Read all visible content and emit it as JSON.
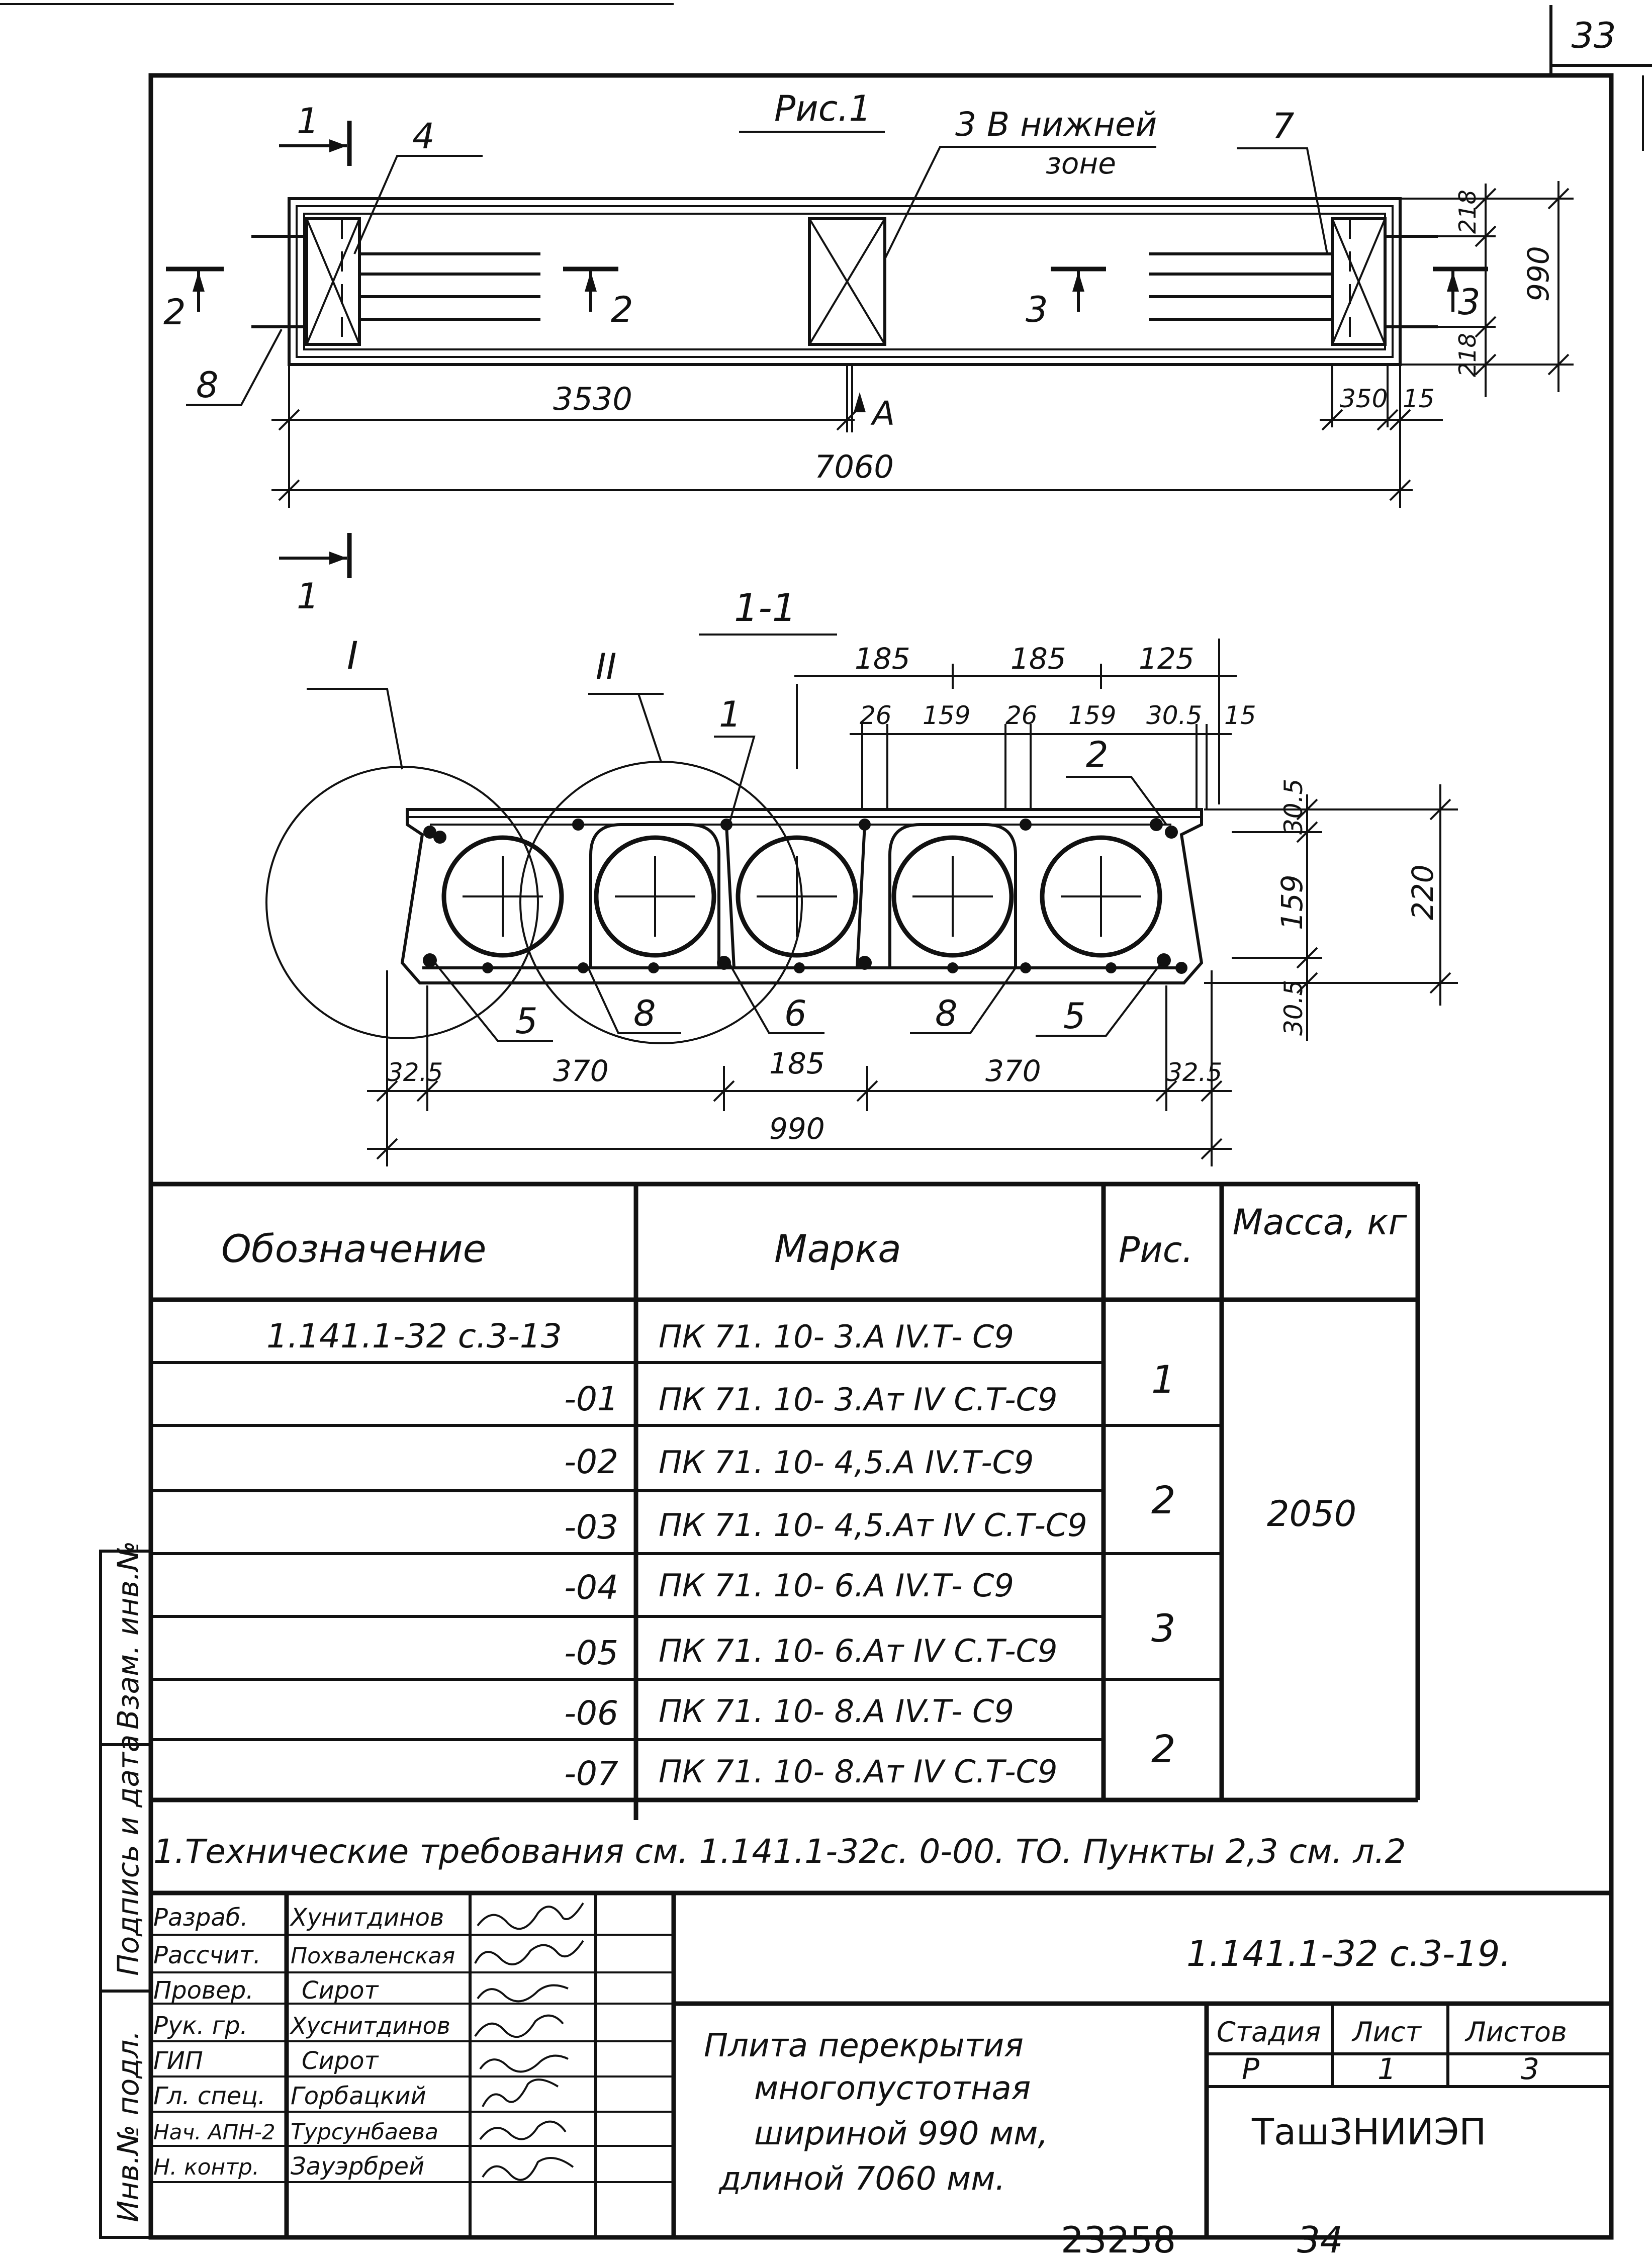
{
  "sheet_number": "33",
  "figure_title": "Рис.1",
  "plan": {
    "callout_3": "3 В нижней",
    "callout_3_zone": "зоне",
    "callout_4": "4",
    "callout_7": "7",
    "callout_8": "8",
    "section_mark": "1",
    "cut_2_left": "2",
    "cut_2_right": "2",
    "cut_3_left": "3",
    "cut_3_right": "3",
    "dim_218_top": "218",
    "dim_218_bottom": "218",
    "dim_990": "990",
    "dim_3530": "3530",
    "dim_7060": "7060",
    "dim_350": "350",
    "dim_15": "15",
    "mark_A": "А"
  },
  "section": {
    "title": "1-1",
    "node_I": "I",
    "node_II": "II",
    "callout_1": "1",
    "callout_2": "2",
    "callout_5a": "5",
    "callout_8a": "8",
    "callout_6": "6",
    "callout_8b": "8",
    "callout_5b": "5",
    "top_dims": [
      "185",
      "185",
      "125"
    ],
    "top_dims2": [
      "26",
      "159",
      "26",
      "159",
      "30.5",
      "15"
    ],
    "right_dims": [
      "30.5",
      "159",
      "30.5"
    ],
    "dim_220": "220",
    "bottom_dims": [
      "32.5",
      "370",
      "185",
      "370",
      "32.5"
    ],
    "dim_990": "990"
  },
  "table": {
    "headers": [
      "Обозначение",
      "Марка",
      "Рис.",
      "Масса, кг"
    ],
    "rows": [
      {
        "designation": "1.141.1-32 с.3-13",
        "mark": "ПК 71. 10- 3.А IV.Т- С9"
      },
      {
        "designation": "-01",
        "mark": "ПК 71. 10- 3.Ат IV С.Т-С9"
      },
      {
        "designation": "-02",
        "mark": "ПК 71. 10- 4,5.А IV.Т-С9"
      },
      {
        "designation": "-03",
        "mark": "ПК 71. 10- 4,5.Ат IV С.Т-С9"
      },
      {
        "designation": "-04",
        "mark": "ПК 71. 10- 6.А IV.Т- С9"
      },
      {
        "designation": "-05",
        "mark": "ПК 71. 10- 6.Ат IV С.Т-С9"
      },
      {
        "designation": "-06",
        "mark": "ПК 71. 10- 8.А IV.Т- С9"
      },
      {
        "designation": "-07",
        "mark": "ПК 71. 10- 8.Ат IV С.Т-С9"
      }
    ],
    "figure_groups": [
      "1",
      "2",
      "3",
      "2"
    ],
    "mass": "2050"
  },
  "note": "1.Технические   требования   см.   1.141.1-32с. 0-00. ТО. Пункты 2,3 см. л.2",
  "title_block": {
    "roles": [
      "Разраб.",
      "Рассчит.",
      "Провер.",
      "Рук. гр.",
      "ГИП",
      "Гл. спец.",
      "Нач. АПН-2",
      "Н. контр."
    ],
    "names": [
      "Хунитдинов",
      "Похваленская",
      "Сирот",
      "Хуснитдинов",
      "Сирот",
      "Горбацкий",
      "Турсунбаева",
      "Зауэрбрей"
    ],
    "doc_code": "1.141.1-32 с.3-19.",
    "title_lines": [
      "Плита перекрытия",
      "многопустотная",
      "шириной     990 мм,",
      "длиной    7060 мм."
    ],
    "stage_label": "Стадия",
    "sheet_label": "Лист",
    "sheets_label": "Листов",
    "stage": "Р",
    "sheet": "1",
    "sheets": "3",
    "org": "ТашЗНИИЭП"
  },
  "side_stamps": [
    "Взам. инв.№",
    "Подпись и дата",
    "Инв.№ подл."
  ],
  "footer": {
    "left": "23258",
    "right": "34"
  }
}
